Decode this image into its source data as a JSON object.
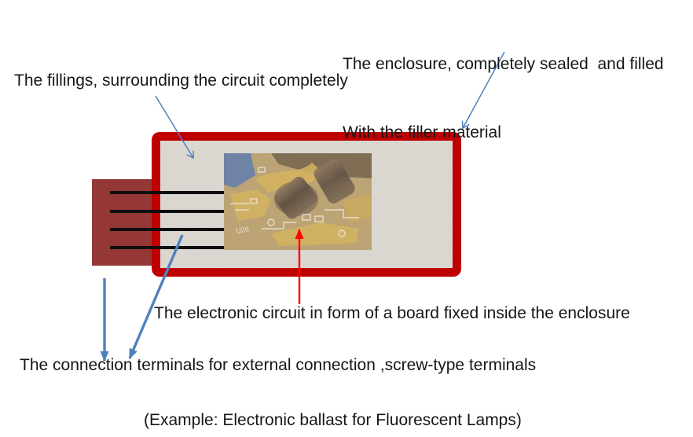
{
  "labels": {
    "enclosure_line1": "The enclosure, completely sealed  and filled",
    "enclosure_line2": "With the filler material",
    "fillings": "The fillings, surrounding the circuit completely",
    "circuit": "The electronic circuit in form of a board fixed inside the enclosure",
    "terminals": "The connection terminals for external connection ,screw-type terminals",
    "caption": "(Example: Electronic ballast for Fluorescent Lamps)"
  },
  "diagram": {
    "circuit_board_marking": "U26",
    "colors": {
      "enclosure_border": "#c00000",
      "filler_fill": "#d6d1ca",
      "terminal_block": "#953735",
      "terminal_line": "#0e0e0e",
      "label_arrow_blue": "#4f81bd",
      "pointer_arrow_red": "#ff0000",
      "board_gold": "#d2a93f",
      "board_base": "#b3955a",
      "text": "#161616"
    }
  }
}
